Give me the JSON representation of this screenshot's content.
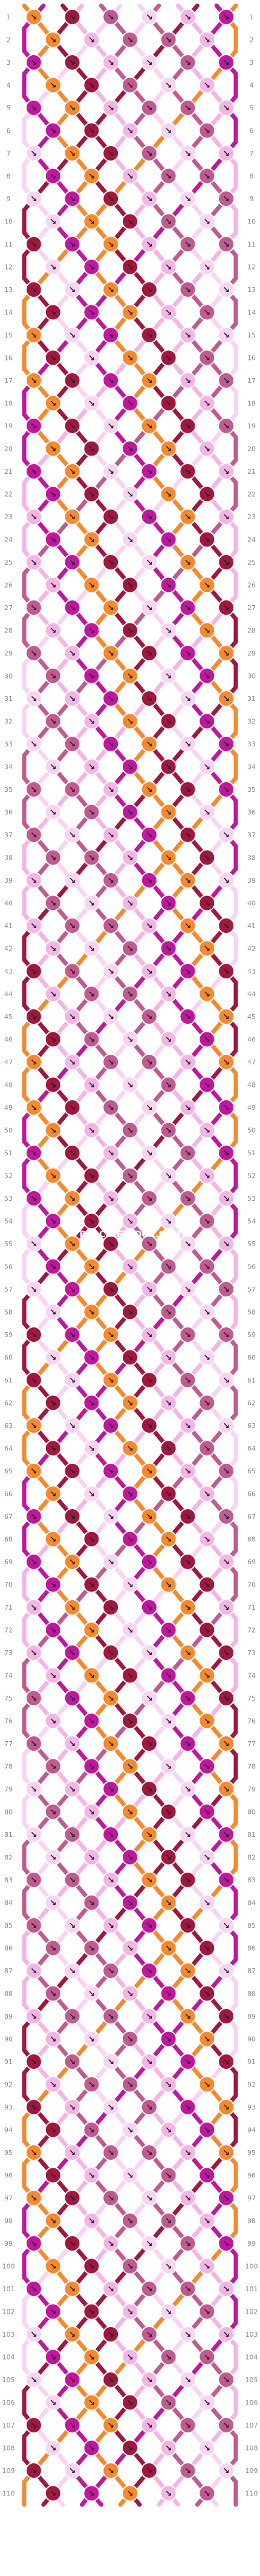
{
  "site_watermark": "BRACELETBOOK.COM",
  "pattern": {
    "strings": 12,
    "rows": 110,
    "row_labels_left": [
      "1",
      "2",
      "3",
      "4",
      "5",
      "6",
      "7",
      "8",
      "9",
      "10",
      "11",
      "12",
      "13",
      "14",
      "15",
      "16",
      "17",
      "18",
      "19",
      "20",
      "21",
      "22",
      "23",
      "24",
      "25",
      "26",
      "27",
      "28",
      "29",
      "30",
      "31",
      "32",
      "33",
      "34",
      "35",
      "36",
      "37",
      "38",
      "39",
      "40",
      "41",
      "42",
      "43",
      "44",
      "45",
      "46",
      "47",
      "48",
      "49",
      "50",
      "51",
      "52",
      "53",
      "54",
      "55",
      "56",
      "57",
      "58",
      "59",
      "60",
      "61",
      "62",
      "63",
      "64",
      "65",
      "66",
      "67",
      "68",
      "69",
      "70",
      "71",
      "72",
      "73",
      "74",
      "75",
      "76",
      "77",
      "78",
      "79",
      "80",
      "81",
      "82",
      "83",
      "84",
      "85",
      "86",
      "87",
      "88",
      "89",
      "90",
      "91",
      "92",
      "93",
      "94",
      "95",
      "96",
      "97",
      "98",
      "99",
      "100",
      "101",
      "102",
      "103",
      "104",
      "105",
      "106",
      "107",
      "108",
      "109",
      "110"
    ],
    "colors": {
      "A": "#f5892e",
      "B": "#c0179e",
      "C": "#a0173f",
      "D": "#f5b4e6",
      "E": "#c25a92",
      "F": "#f9d3f1"
    },
    "string_order": [
      "A",
      "B",
      "C",
      "D",
      "E",
      "F",
      "F",
      "E",
      "D",
      "C",
      "B",
      "A"
    ],
    "knot_arrows": {
      "forward": "↘",
      "backward": "↙",
      "forward_back": "↘",
      "backward_forward": "↙"
    }
  }
}
